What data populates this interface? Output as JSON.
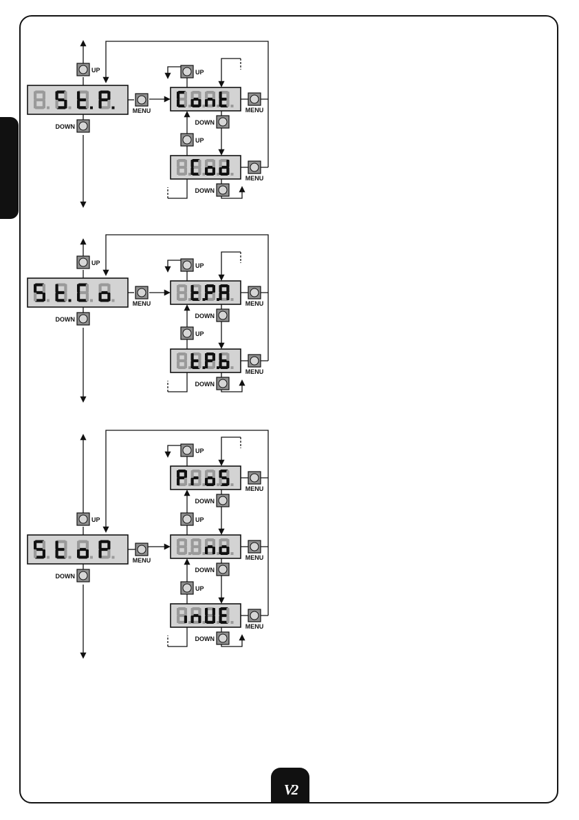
{
  "labels": {
    "up": "UP",
    "down": "DOWN",
    "menu": "MENU"
  },
  "logo": "V2",
  "colors": {
    "display_bg": "#d3d3d3",
    "segment_on": "#111111",
    "segment_off": "#9a9a9a",
    "button": "#8f8f8f"
  },
  "menus": [
    {
      "main": "St.P.",
      "sub": [
        "Cont",
        "Cod"
      ]
    },
    {
      "main": "St.Co",
      "sub": [
        "t.P.A",
        "t.P.b"
      ]
    },
    {
      "main": "StoP",
      "sub": [
        "ProS",
        "no",
        "inVE"
      ]
    }
  ]
}
